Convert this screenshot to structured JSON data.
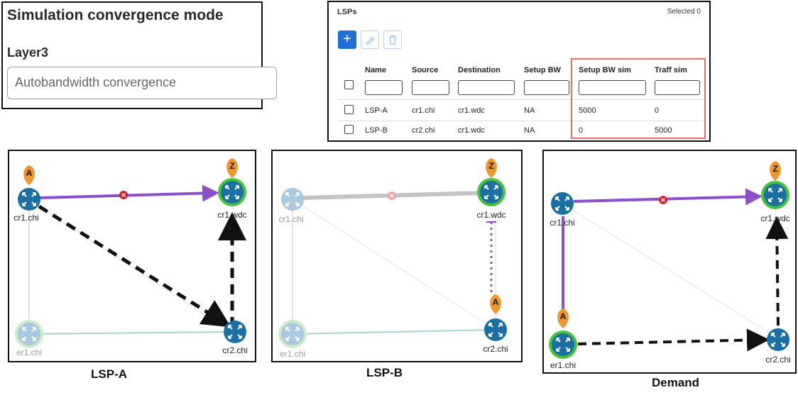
{
  "settings": {
    "title": "Simulation convergence mode",
    "layer_label": "Layer3",
    "mode_value": "Autobandwidth convergence"
  },
  "lsps": {
    "title": "LSPs",
    "selected_label": "Selected 0",
    "toolbar": {
      "add_icon": "plus-icon",
      "edit_icon": "pencil-icon",
      "delete_icon": "trash-icon"
    },
    "columns": [
      "Name",
      "Source",
      "Destination",
      "Setup BW",
      "Setup BW sim",
      "Traff sim"
    ],
    "rows": [
      [
        "LSP-A",
        "cr1.chi",
        "cr1.wdc",
        "NA",
        "5000",
        "0"
      ],
      [
        "LSP-B",
        "cr2.chi",
        "cr1.wdc",
        "NA",
        "0",
        "5000"
      ]
    ],
    "highlight_color": "#e0706a"
  },
  "diagrams": [
    {
      "caption": "LSP-A",
      "nodes": {
        "cr1_chi": "cr1.chi",
        "cr1_wdc": "cr1.wdc",
        "cr2_chi": "cr2.chi",
        "er1_chi": "er1.chi"
      },
      "markers": {
        "a": "A",
        "z": "Z"
      }
    },
    {
      "caption": "LSP-B",
      "nodes": {
        "cr1_chi": "cr1.chi",
        "cr1_wdc": "cr1.wdc",
        "cr2_chi": "cr2.chi",
        "er1_chi": "er1.chi"
      },
      "markers": {
        "a": "A",
        "z": "Z"
      }
    },
    {
      "caption": "Demand",
      "nodes": {
        "cr1_chi": "cr1.chi",
        "cr1_wdc": "cr1.wdc",
        "cr2_chi": "cr2.chi",
        "er1_chi": "er1.chi"
      },
      "markers": {
        "a": "A",
        "z": "Z"
      }
    }
  ],
  "colors": {
    "router": "#1a6fa3",
    "router_faded": "#a9c9e0",
    "active_ring": "#45c33a",
    "marker": "#f0962e",
    "lsp_path": "#8a4fc9",
    "error": "#d21f2a",
    "link_gray": "#cfcfcf",
    "link_teal": "#a9d3d0"
  }
}
